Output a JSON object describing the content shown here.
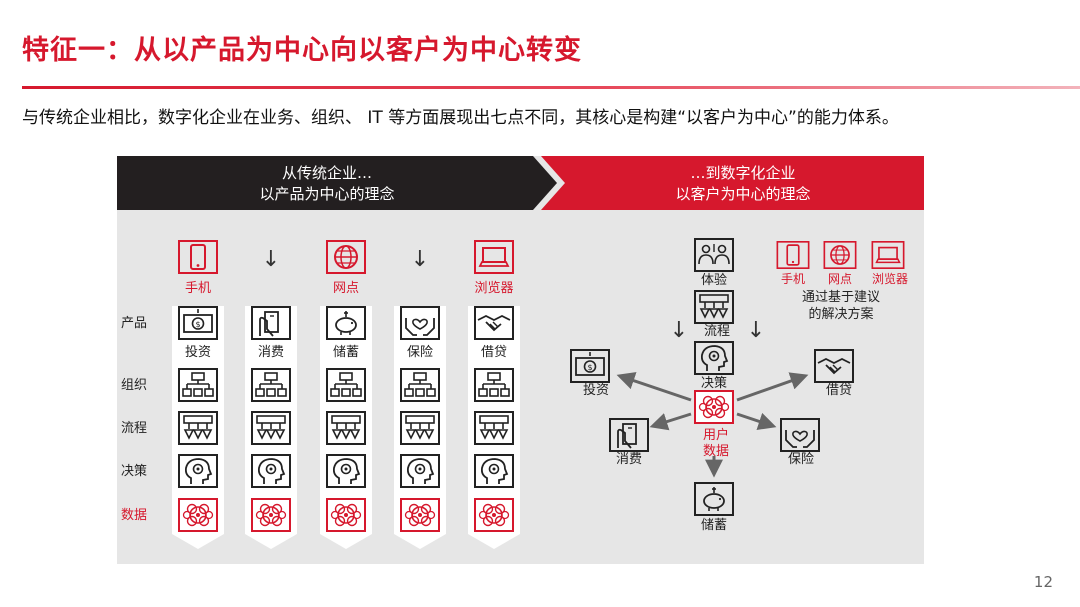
{
  "title": "特征一：从以产品为中心向以客户为中心转变",
  "intro": "与传统企业相比，数字化企业在业务、组织、  IT 等方面展现出七点不同，其核心是构建“以客户为中心”的能力体系。",
  "page_number": "12",
  "colors": {
    "accent": "#d6182d",
    "banner_dark": "#231f20",
    "panel_gray": "#e6e6e6"
  },
  "left": {
    "banner_line1": "从传统企业…",
    "banner_line2": "以产品为中心的理念",
    "channels": [
      "手机",
      "网点",
      "浏览器"
    ],
    "row_labels": {
      "product": "产品",
      "org": "组织",
      "process": "流程",
      "decision": "决策",
      "data": "数据"
    },
    "products": [
      "投资",
      "消费",
      "储蓄",
      "保险",
      "借贷"
    ]
  },
  "right": {
    "banner_line1": "…到数字化企业",
    "banner_line2": "以客户为中心的理念",
    "experience": "体验",
    "process": "流程",
    "decision": "决策",
    "channels": [
      "手机",
      "网点",
      "浏览器"
    ],
    "solution_line1": "通过基于建议",
    "solution_line2": "的解决方案",
    "center_line1": "用户",
    "center_line2": "数据",
    "investment": "投资",
    "lending": "借贷",
    "consumption": "消费",
    "insurance": "保险",
    "savings": "储蓄"
  }
}
